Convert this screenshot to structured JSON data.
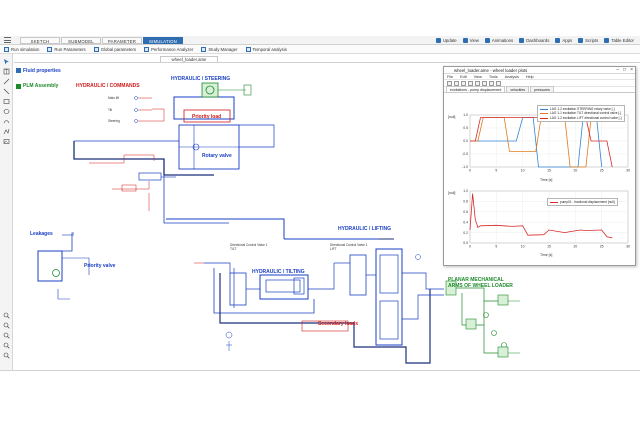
{
  "modebar": {
    "tabs": [
      {
        "label": "SKETCH",
        "active": false
      },
      {
        "label": "SUBMODEL",
        "active": false
      },
      {
        "label": "PARAMETER",
        "active": false
      },
      {
        "label": "SIMULATION",
        "active": true
      }
    ],
    "right_tools": [
      "Update",
      "View",
      "Animations",
      "Dashboards",
      "Apps",
      "Scripts",
      "Table Editor"
    ]
  },
  "subbar": {
    "buttons": [
      "Run simulation",
      "Run Parameters",
      "Global parameters",
      "Performance Analyzer",
      "Study Manager",
      "Temporal analysis"
    ]
  },
  "document": {
    "tab": "wheel_loader.ame"
  },
  "schematic": {
    "fluid_properties": "Fluid properties",
    "pim_assembly": "PLM Assembly",
    "hydraulic_commands": "HYDRAULIC / COMMANDS",
    "commands": [
      "Main lift",
      "Tilt",
      "Steering"
    ],
    "hydraulic_steering": "HYDRAULIC / STEERING",
    "priority_load": "Priority load",
    "rotary_valve": "Rotary valve",
    "leakages": "Leakages",
    "priority_valve": "Priority valve",
    "hydraulic_tilting": "HYDRAULIC / TILTING",
    "hydraulic_lifting": "HYDRAULIC / LIFTING",
    "secondary_loads": "Secondary loads",
    "planar_mechanical": "PLANAR MECHANICAL",
    "arms_of_wheel_loader": "ARMS OF WHEEL LOADER",
    "directional_tilt": "Directional Control Valve 1\nTILT",
    "directional_lift": "Directional Control Valve 1\nLIFT"
  },
  "plot_window": {
    "title": "wheel_loader.ame - wheel loader plots",
    "menu": [
      "File",
      "Edit",
      "View",
      "Tools",
      "Analysis",
      "Help"
    ],
    "tabs": [
      "excitations - pump displacement",
      "velocities",
      "pressures"
    ],
    "top_plot": {
      "ylabel": "[null]",
      "xlabel": "Time [s]",
      "legend": [
        {
          "label": "LAG 1-2 excitation STEERING rotary valve [-]",
          "color": "#2e86d6"
        },
        {
          "label": "LAG 1-1 excitation TILT directional control valve [-]",
          "color": "#e07b1e"
        },
        {
          "label": "LAG 1-2 excitation LIFT directional control valve [-]",
          "color": "#d62b2b"
        }
      ],
      "yticks": [
        "1.0",
        "0.5",
        "0.0",
        "-0.5",
        "-1.0"
      ],
      "xticks": [
        "0",
        "5",
        "10",
        "15",
        "20",
        "25",
        "30"
      ]
    },
    "bottom_plot": {
      "ylabel": "[null]",
      "xlabel": "Time [s]",
      "legend": [
        {
          "label": "pump01 - fractional displacement [null]",
          "color": "#d62b2b"
        }
      ],
      "yticks": [
        "1.0",
        "0.8",
        "0.6",
        "0.4",
        "0.2",
        "0.0"
      ],
      "xticks": [
        "0",
        "5",
        "10",
        "15",
        "20",
        "25",
        "30"
      ]
    }
  },
  "chart_data": [
    {
      "type": "line",
      "xlabel": "Time [s]",
      "ylabel": "[null]",
      "ylim": [
        -1.0,
        1.0
      ],
      "xlim": [
        0,
        30
      ],
      "series": [
        {
          "name": "LAG 1-2 excitation STEERING rotary valve [-]",
          "x": [
            0,
            8.8,
            10,
            12,
            13,
            20.5,
            21.5,
            24,
            25
          ],
          "y": [
            0,
            0,
            0.9,
            0.9,
            -1.0,
            -1.0,
            0.95,
            0.95,
            -1.0
          ]
        },
        {
          "name": "LAG 1-1 excitation TILT directional control valve [-]",
          "x": [
            0,
            1.5,
            2.5,
            6.5,
            7.5,
            12.5,
            13.5,
            18,
            19,
            22,
            23
          ],
          "y": [
            0,
            0,
            0.9,
            0.9,
            -0.4,
            -0.4,
            0.9,
            0.9,
            -1.0,
            -1.0,
            0.9
          ]
        },
        {
          "name": "LAG 1-2 excitation LIFT directional control valve [-]",
          "x": [
            0,
            1,
            2,
            22,
            23,
            26,
            27
          ],
          "y": [
            0,
            0,
            0.9,
            0.9,
            0,
            0,
            -1.0
          ]
        }
      ]
    },
    {
      "type": "line",
      "xlabel": "Time [s]",
      "ylabel": "[null]",
      "ylim": [
        0,
        1.0
      ],
      "xlim": [
        0,
        30
      ],
      "series": [
        {
          "name": "pump01 - fractional displacement [null]",
          "x": [
            0,
            0.5,
            1,
            1.5,
            2,
            5,
            8,
            10,
            11,
            14,
            15,
            18,
            19,
            21,
            22,
            25,
            26,
            27
          ],
          "y": [
            0.25,
            0.95,
            0.45,
            0.3,
            0.33,
            0.34,
            0.32,
            0.33,
            0.15,
            0.16,
            0.25,
            0.2,
            0.22,
            0.25,
            0.24,
            0.25,
            0.12,
            0.1
          ]
        }
      ]
    }
  ],
  "colors": {
    "accent": "#2f6db3",
    "hydraulic": "#1a3fc4",
    "highlight": "#d01818",
    "mechanical": "#1d8a2a",
    "dark_line": "#1b2f7a"
  }
}
